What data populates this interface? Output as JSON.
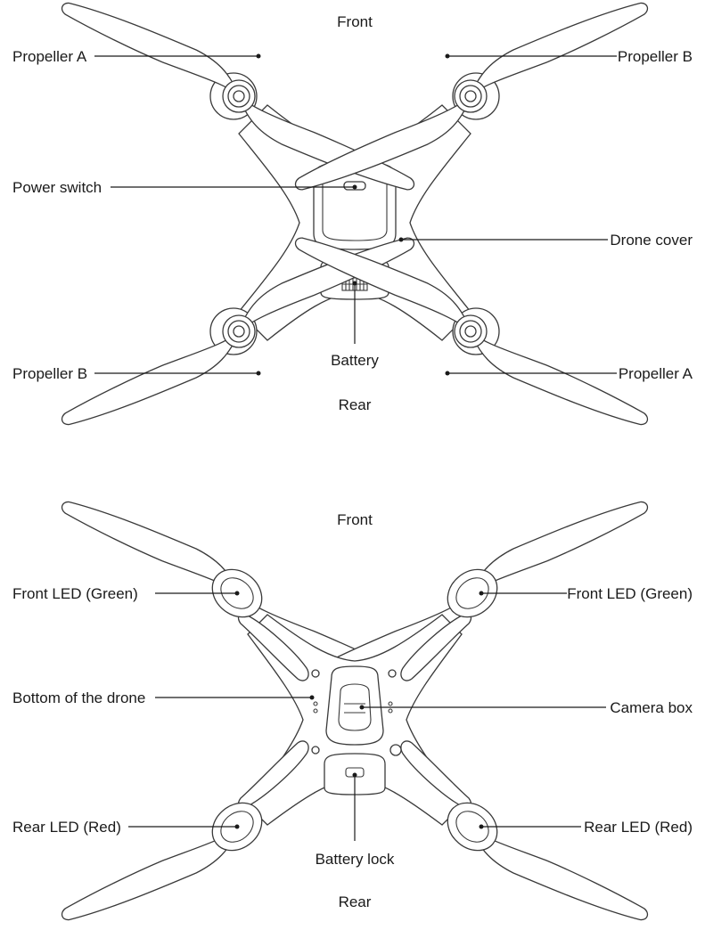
{
  "top_view": {
    "front": "Front",
    "rear": "Rear",
    "propeller_a_left": "Propeller A",
    "propeller_b_right": "Propeller B",
    "power_switch": "Power switch",
    "drone_cover": "Drone cover",
    "battery": "Battery",
    "propeller_b_left": "Propeller B",
    "propeller_a_right": "Propeller A"
  },
  "bottom_view": {
    "front": "Front",
    "rear": "Rear",
    "front_led_left": "Front LED (Green)",
    "front_led_right": "Front LED (Green)",
    "bottom_of_drone": "Bottom of the drone",
    "camera_box": "Camera box",
    "rear_led_left": "Rear LED (Red)",
    "rear_led_right": "Rear LED (Red)",
    "battery_lock": "Battery lock"
  },
  "colors": {
    "line": "#3a3a3a",
    "text": "#1a1a1a",
    "background": "#ffffff"
  }
}
